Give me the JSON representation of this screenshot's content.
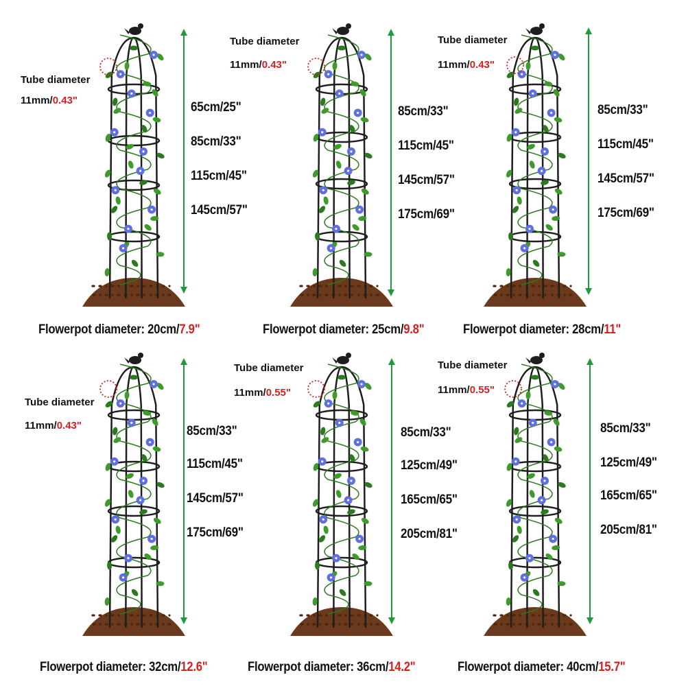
{
  "colors": {
    "frame": "#1e1e1e",
    "leaf": "#3f9a2c",
    "leaf_dark": "#2b7a1e",
    "flower": "#5f6fe0",
    "flower_center": "#ffffff",
    "soil": "#6b3a1c",
    "soil_dark": "#4a2410",
    "arrow": "#1f9a3a",
    "dotted_circle": "#d42020",
    "accent_text": "#d42020",
    "text": "#111111"
  },
  "icons": {
    "topper": "bird-icon",
    "arrow": "double-arrow-icon",
    "marker": "dotted-circle-icon"
  },
  "panels": [
    {
      "tube_label": "Tube diameter",
      "tube_mm": "11mm/",
      "tube_in": "0.43\"",
      "heights": [
        "65cm/25\"",
        "85cm/33\"",
        "115cm/45\"",
        "145cm/57\""
      ],
      "pot_label": "Flowerpot diameter: 20cm/",
      "pot_in": "7.9\""
    },
    {
      "tube_label": "Tube diameter",
      "tube_mm": "11mm/",
      "tube_in": "0.43\"",
      "heights": [
        "85cm/33\"",
        "115cm/45\"",
        "145cm/57\"",
        "175cm/69\""
      ],
      "pot_label": "Flowerpot diameter: 25cm/",
      "pot_in": "9.8\""
    },
    {
      "tube_label": "Tube diameter",
      "tube_mm": "11mm/",
      "tube_in": "0.43\"",
      "heights": [
        "85cm/33\"",
        "115cm/45\"",
        "145cm/57\"",
        "175cm/69\""
      ],
      "pot_label": "Flowerpot diameter: 28cm/",
      "pot_in": "11\""
    },
    {
      "tube_label": "Tube diameter",
      "tube_mm": "11mm/",
      "tube_in": "0.43\"",
      "heights": [
        "85cm/33\"",
        "115cm/45\"",
        "145cm/57\"",
        "175cm/69\""
      ],
      "pot_label": "Flowerpot diameter: 32cm/",
      "pot_in": "12.6\""
    },
    {
      "tube_label": "Tube diameter",
      "tube_mm": "11mm/",
      "tube_in": "0.55\"",
      "heights": [
        "85cm/33\"",
        "125cm/49\"",
        "165cm/65\"",
        "205cm/81\""
      ],
      "pot_label": "Flowerpot diameter: 36cm/",
      "pot_in": "14.2\""
    },
    {
      "tube_label": "Tube diameter",
      "tube_mm": "11mm/",
      "tube_in": "0.55\"",
      "heights": [
        "85cm/33\"",
        "125cm/49\"",
        "165cm/65\"",
        "205cm/81\""
      ],
      "pot_label": "Flowerpot diameter: 40cm/",
      "pot_in": "15.7\""
    }
  ]
}
